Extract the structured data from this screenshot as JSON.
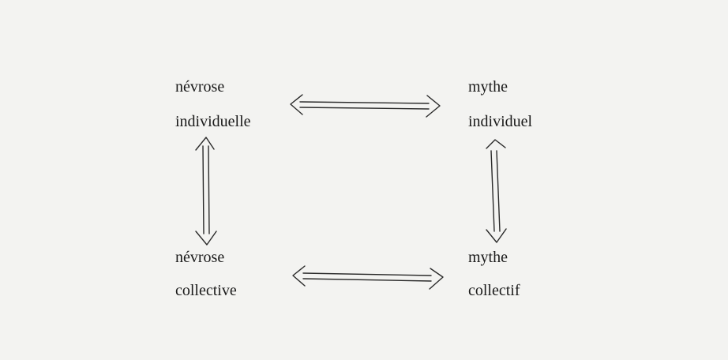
{
  "nodes": {
    "top_left": {
      "line1": "névrose",
      "line2": "individuelle"
    },
    "top_right": {
      "line1": "mythe",
      "line2": "individuel"
    },
    "bottom_left": {
      "line1": "névrose",
      "line2": "collective"
    },
    "bottom_right": {
      "line1": "mythe",
      "line2": "collectif"
    }
  },
  "colors": {
    "paper": "#f3f3f1",
    "ink": "#1a1a1a"
  }
}
